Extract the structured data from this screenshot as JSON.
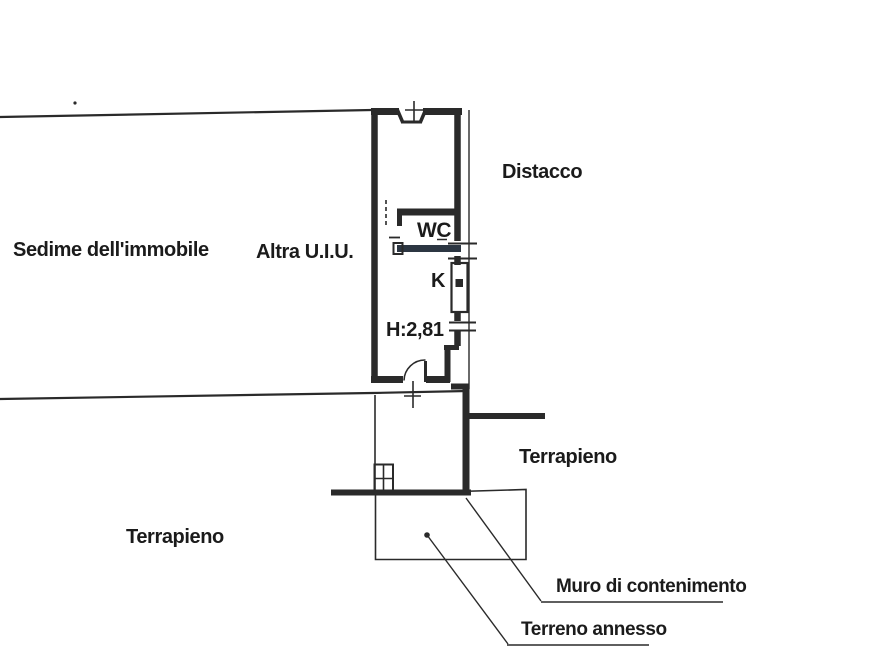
{
  "drawing": {
    "type": "cadastral-floor-plan",
    "labels": {
      "distacco": "Distacco",
      "sedime": "Sedime dell'immobile",
      "altra_uiu": "Altra U.I.U.",
      "wc": "WC",
      "k": "K",
      "height_note": "H:2,81",
      "terrapieno_right": "Terrapieno",
      "terrapieno_left": "Terrapieno",
      "muro": "Muro di contenimento",
      "terreno": "Terreno annesso"
    },
    "colors": {
      "paper": "#ffffff",
      "line": "#2a2a2a",
      "text": "#1b1b1b",
      "fixture_bar": "#2c3642"
    }
  }
}
